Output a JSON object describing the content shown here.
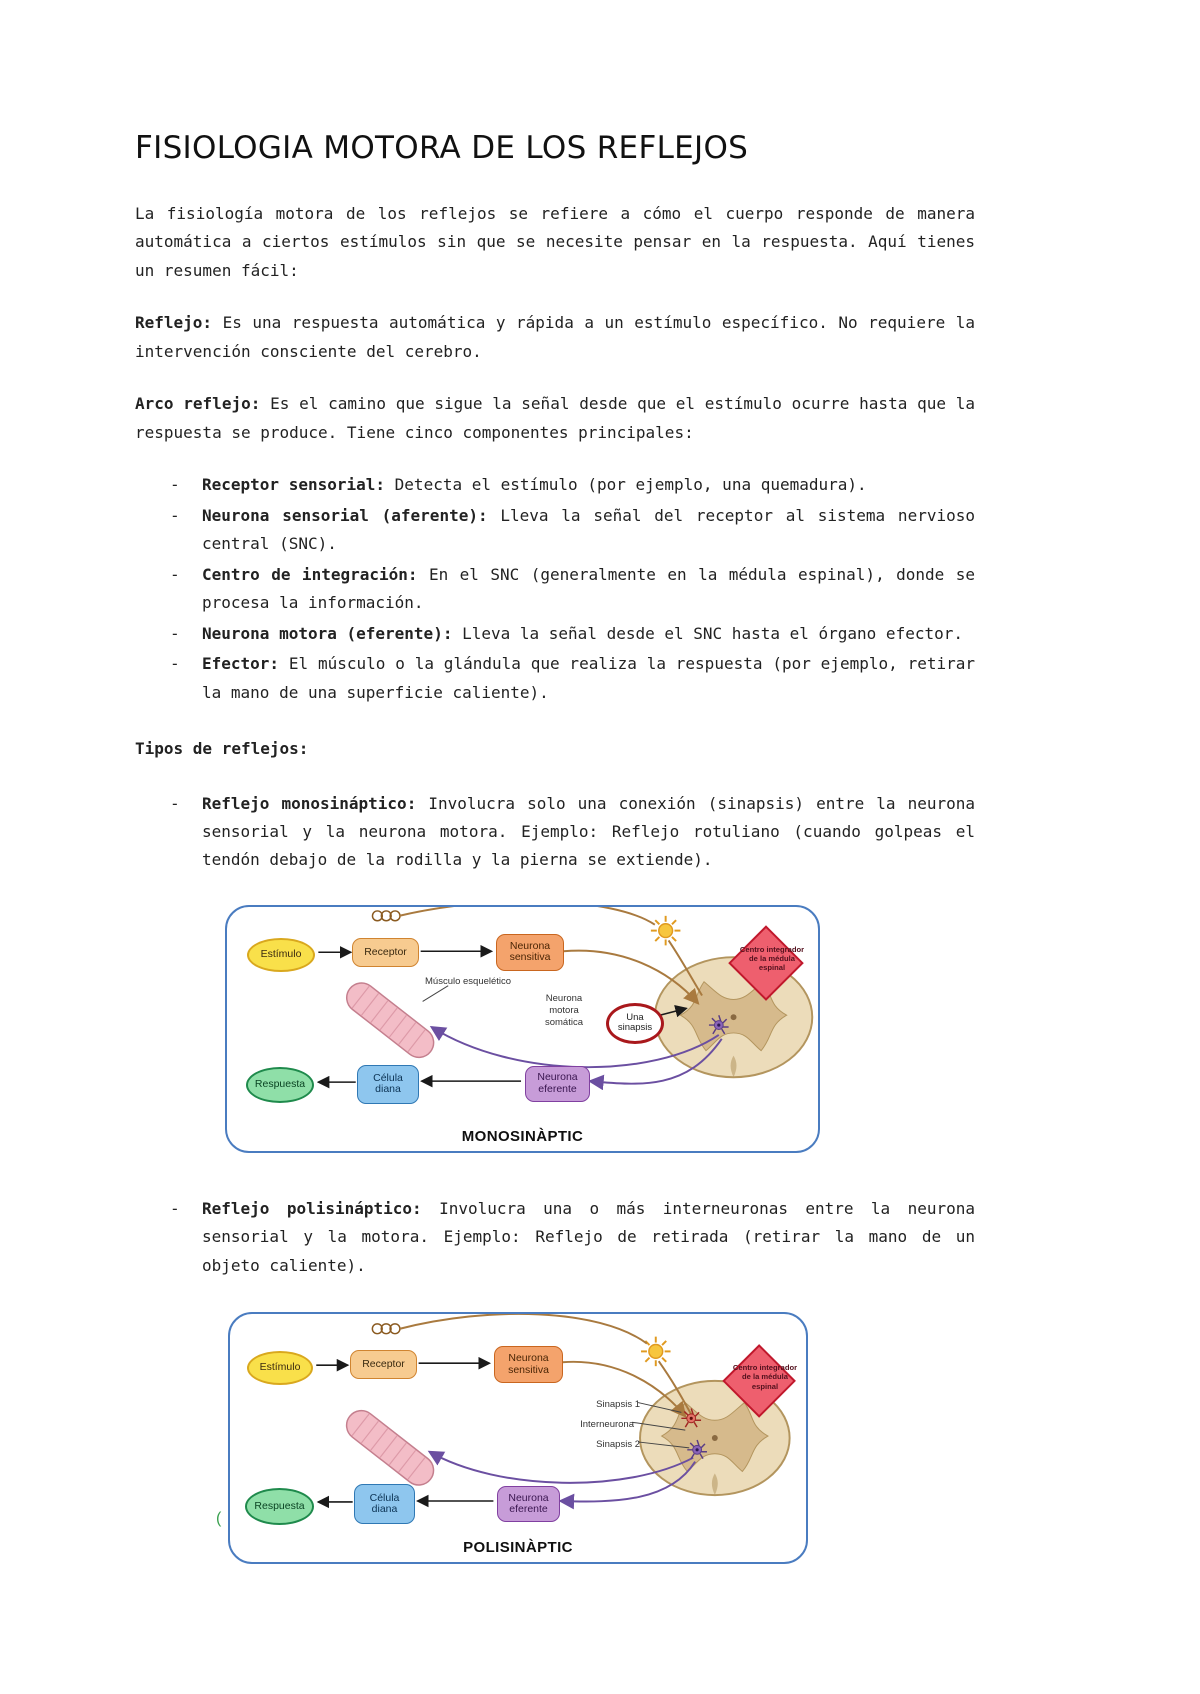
{
  "doc": {
    "title": "FISIOLOGIA MOTORA DE LOS REFLEJOS",
    "intro": "La fisiología motora de los reflejos se refiere a cómo el cuerpo responde de manera automática a ciertos estímulos sin que se necesite pensar en la respuesta. Aquí tienes un resumen fácil:",
    "marker": "-",
    "paragraphs": [
      {
        "b": "Reflejo:",
        "t": " Es una respuesta automática y rápida a un estímulo específico. No requiere la intervención consciente del cerebro."
      },
      {
        "b": "Arco reflejo:",
        "t": " Es el camino que sigue la señal desde que el estímulo ocurre hasta que la respuesta se produce. Tiene cinco componentes principales:"
      }
    ],
    "components": [
      {
        "b": "Receptor sensorial:",
        "t": " Detecta el estímulo (por ejemplo, una quemadura)."
      },
      {
        "b": "Neurona sensorial (aferente):",
        "t": " Lleva la señal del receptor al sistema nervioso central (SNC)."
      },
      {
        "b": "Centro de integración:",
        "t": " En el SNC (generalmente en la médula espinal), donde se procesa la información."
      },
      {
        "b": "Neurona motora (eferente):",
        "t": " Lleva la señal desde el SNC hasta el órgano efector."
      },
      {
        "b": "Efector:",
        "t": " El músculo o la glándula que realiza la respuesta (por ejemplo, retirar la mano de una superficie caliente)."
      }
    ],
    "tipos_heading": "Tipos de reflejos:",
    "tipos": [
      {
        "b": "Reflejo monosináptico:",
        "t": " Involucra solo una conexión (sinapsis) entre la neurona sensorial y la neurona motora. Ejemplo: Reflejo rotuliano (cuando golpeas el tendón debajo de la rodilla y la pierna se extiende)."
      },
      {
        "b": "Reflejo polisináptico:",
        "t": " Involucra una o más interneuronas entre la neurona sensorial y la motora. Ejemplo: Reflejo de retirada (retirar la mano de un objeto caliente)."
      }
    ]
  },
  "diagram_mono": {
    "nodes": {
      "estimulo": "Estímulo",
      "receptor": "Receptor",
      "neurona_sensitiva": "Neurona sensitiva",
      "musculo": "Músculo esquelético",
      "neurona_motora": "Neurona motora somática",
      "una_sinapsis": "Una sinapsis",
      "centro": "Centro integrador de la médula espinal",
      "celula_diana": "Célula diana",
      "neurona_eferente": "Neurona eferente",
      "respuesta": "Respuesta"
    },
    "caption": "MONOSINÀPTIC"
  },
  "diagram_poli": {
    "nodes": {
      "estimulo": "Estímulo",
      "receptor": "Receptor",
      "neurona_sensitiva": "Neurona sensitiva",
      "sinapsis_1": "Sinapsis 1",
      "interneurona": "Interneurona",
      "sinapsis_2": "Sinapsis 2",
      "centro": "Centro integrador de la médula espinal",
      "celula_diana": "Célula diana",
      "neurona_eferente": "Neurona eferente",
      "respuesta": "Respuesta"
    },
    "stray_mark": "(",
    "caption": "POLISINÀPTIC"
  },
  "colors": {
    "estimulo-fill": "#f9e04a",
    "estimulo-border": "#d9a81e",
    "receptor-fill": "#f7cb90",
    "receptor-border": "#d08430",
    "sensitiva-fill": "#f4a36c",
    "sensitiva-border": "#c9661f",
    "centro-fill": "#ee5f6e",
    "centro-border": "#c0182c",
    "sinapsis-border": "#a9181c",
    "diana-fill": "#8ec6ee",
    "diana-border": "#2f78b4",
    "eferente-fill": "#c79cd8",
    "eferente-border": "#8040a0",
    "respuesta-fill": "#8fdfa8",
    "respuesta-border": "#1f8a4c",
    "cord-fill": "#ecdcba",
    "cord-inner": "#d6ba8c",
    "cord-border": "#b3955e",
    "box-border": "#4a7cc0",
    "path-tan": "#a97a3f",
    "path-purple": "#6b4fa1"
  }
}
